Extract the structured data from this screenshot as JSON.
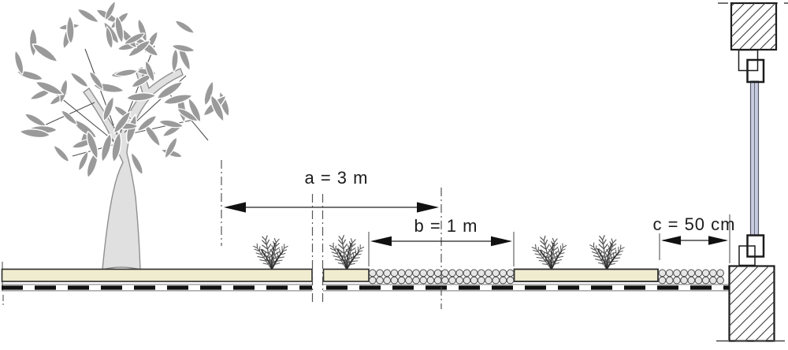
{
  "diagram": {
    "description": "Cross-section diagram of planting distances between a tree, planting beds, gravel strips and a building facade",
    "labels": {
      "dim_a": "a = 3 m",
      "dim_b": "b = 1 m",
      "dim_c": "c = 50 cm"
    },
    "colors": {
      "soil": "#efecd0",
      "leaf": "#9a9a9a",
      "trunk": "#e0e0e0",
      "glass": "#c7cbde",
      "gravel_fill": "#e6e6e6",
      "line": "#1c1c1c"
    }
  }
}
